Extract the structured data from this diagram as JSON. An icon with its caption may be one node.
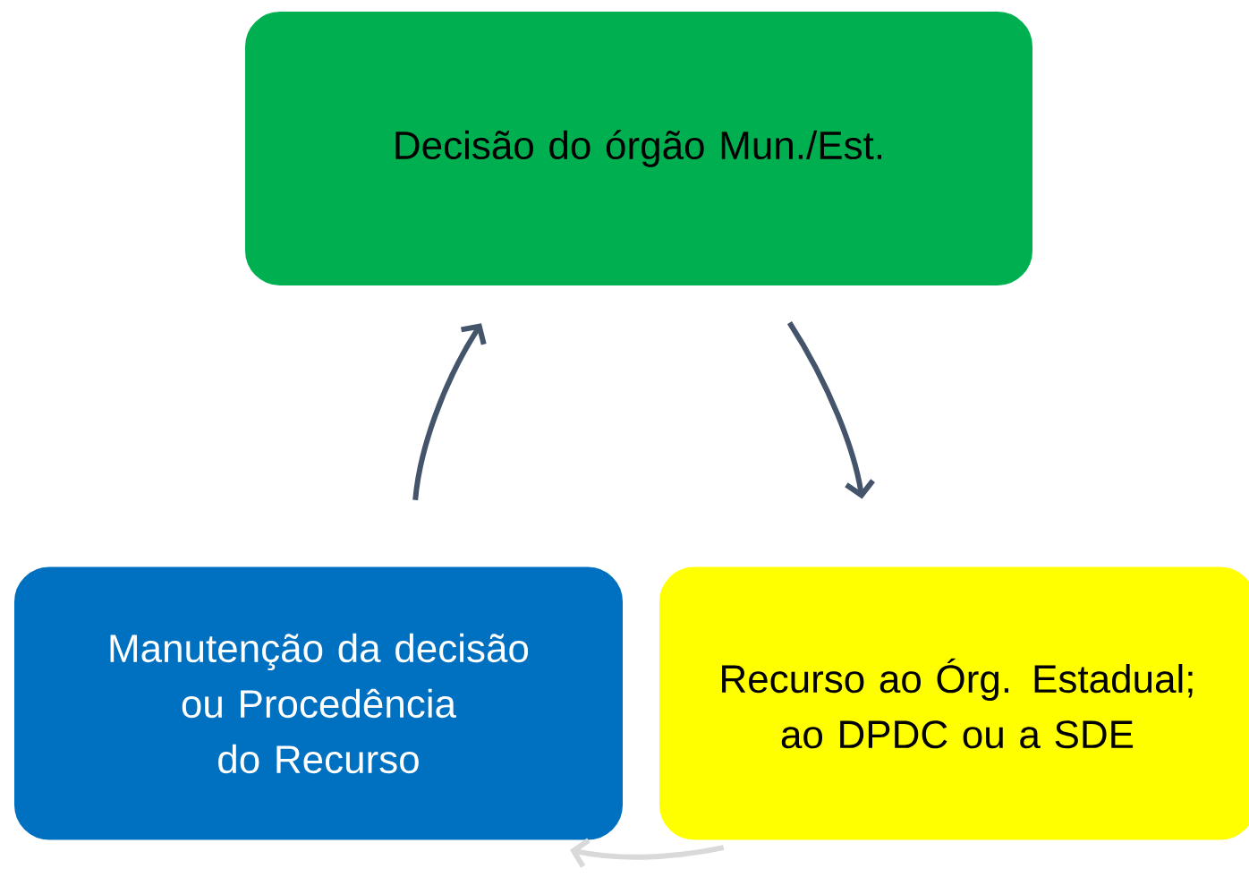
{
  "diagram": {
    "nodes": [
      {
        "text": [
          "Decisão do órgão Mun./Est."
        ]
      },
      {
        "text": [
          "Recurso ao Órg. Estadual; ao DPDC ou a SDE"
        ]
      },
      {
        "text": [
          "Manutenção da decisão ou Procedência do Recurso"
        ]
      }
    ],
    "edges": [
      {
        "from": 0,
        "to": 1,
        "arrow": "to"
      },
      {
        "from": 1,
        "to": 2,
        "arrow": "to",
        "color": "#d9d9d9"
      },
      {
        "from": 2,
        "to": 0,
        "arrow": "to"
      }
    ]
  }
}
